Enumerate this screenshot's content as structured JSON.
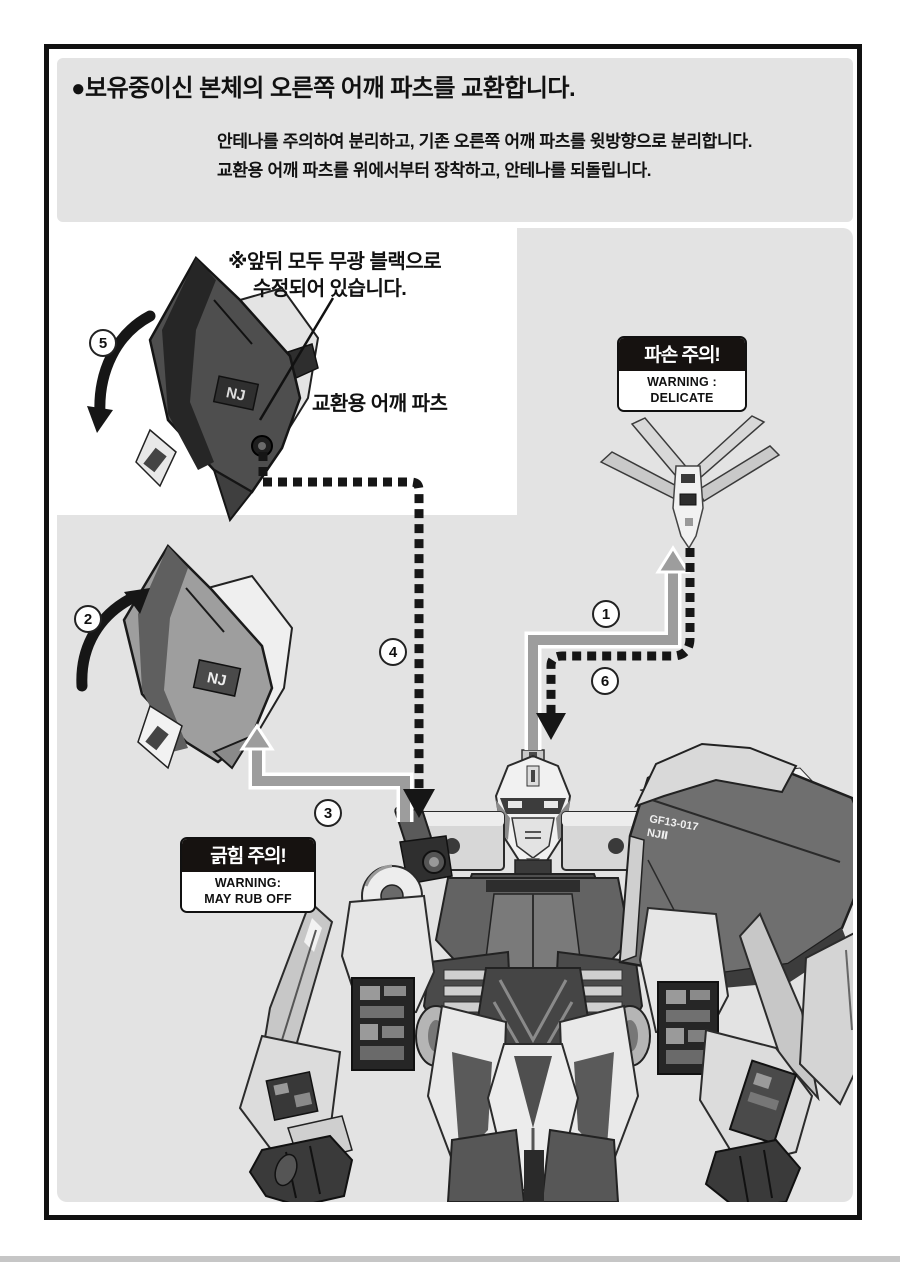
{
  "header": {
    "title": "●보유중이신 본체의 오른쪽 어깨 파츠를 교환합니다.",
    "desc1": "안테나를 주의하여 분리하고, 기존 오른쪽 어깨 파츠를 윗방향으로 분리합니다.",
    "desc2": "교환용 어깨 파츠를 위에서부터 장착하고, 안테나를 되돌립니다."
  },
  "note": {
    "line1": "※앞뒤 모두 무광 블랙으로",
    "line2": "수정되어 있습니다."
  },
  "labels": {
    "replacement_part": "교환용 어깨 파츠",
    "emblem": "NJ"
  },
  "marking": {
    "line1": "GF13-017",
    "line2": "NJⅡ"
  },
  "warnings": {
    "delicate": {
      "title": "파손 주의!",
      "line1": "WARNING :",
      "line2": "DELICATE"
    },
    "rub_off": {
      "title": "긁힘 주의!",
      "line1": "WARNING:",
      "line2": "MAY RUB OFF"
    }
  },
  "steps": [
    "1",
    "2",
    "3",
    "4",
    "5",
    "6"
  ],
  "colors": {
    "panel_gray": "#e3e3e3",
    "warning_header_black": "#161210",
    "arrow_gray": "#9d9d9d",
    "dotted_black": "#161616",
    "footer_bar_gray": "#c6c6c6",
    "page_border": "#111111"
  }
}
